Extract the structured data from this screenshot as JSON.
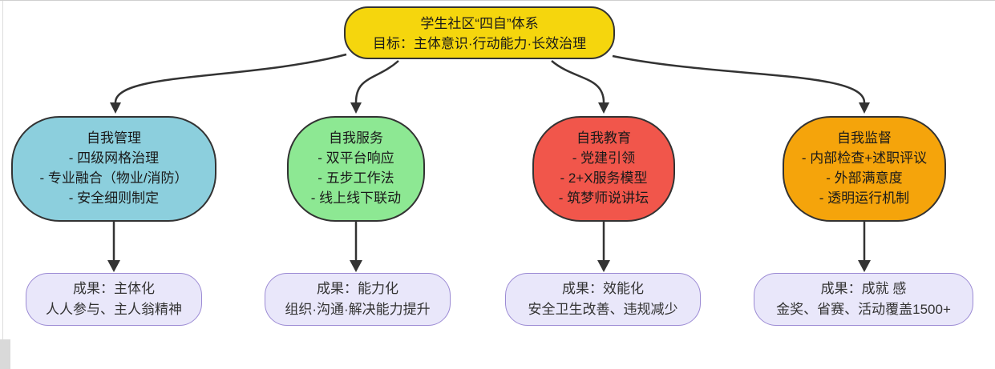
{
  "diagram": {
    "type": "flowchart",
    "root": {
      "title": "学生社区“四自”体系",
      "subtitle": "目标：主体意识·行动能力·长效治理",
      "color": "#f5d60d"
    },
    "branches": [
      {
        "id": "self-management",
        "title": "自我管理",
        "items": [
          "- 四级网格治理",
          "- 专业融合（物业/消防）",
          "- 安全细则制定"
        ],
        "color": "#8ccfdd",
        "outcome": {
          "title": "成果：主体化",
          "detail": "人人参与、主人翁精神"
        }
      },
      {
        "id": "self-service",
        "title": "自我服务",
        "items": [
          "- 双平台响应",
          "- 五步工作法",
          "- 线上线下联动"
        ],
        "color": "#8de893",
        "outcome": {
          "title": "成果：能力化",
          "detail": "组织·沟通·解决能力提升"
        }
      },
      {
        "id": "self-education",
        "title": "自我教育",
        "items": [
          "- 党建引领",
          "- 2+X服务模型",
          "- 筑梦师说讲坛"
        ],
        "color": "#f1564b",
        "outcome": {
          "title": "成果：效能化",
          "detail": "安全卫生改善、违规减少"
        }
      },
      {
        "id": "self-supervision",
        "title": "自我监督",
        "items": [
          "- 内部检查+述职评议",
          "- 外部满意度",
          "- 透明运行机制"
        ],
        "color": "#f5a40b",
        "outcome": {
          "title": "成果：成就 感",
          "detail": "金奖、省赛、活动覆盖1500+"
        }
      }
    ],
    "style": {
      "outcome_bg": "#e9e7fa",
      "outcome_border": "#9c8bd4",
      "node_border": "#333333",
      "arrow_color": "#333333"
    }
  }
}
